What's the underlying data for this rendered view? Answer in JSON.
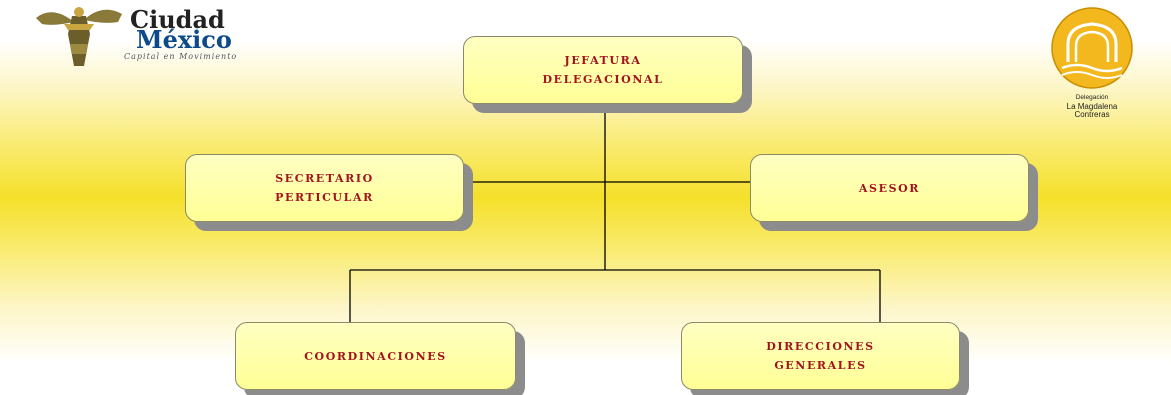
{
  "logo_left": {
    "city_line1": "Ciudad",
    "city_line2": "México",
    "tagline": "Capital en Movimiento",
    "icon": "angel-de-la-independencia-icon"
  },
  "logo_right": {
    "icon": "delegation-seal-icon",
    "caption_line1": "Delegación",
    "caption_line2": "La Magdalena",
    "caption_line3": "Contreras",
    "seal_color": "#f3b81e"
  },
  "org_chart": {
    "nodes": [
      {
        "id": "jefatura",
        "lines": [
          "JEFATURA",
          "DELEGACIONAL"
        ]
      },
      {
        "id": "secretario",
        "lines": [
          "SECRETARIO",
          "PERTICULAR"
        ]
      },
      {
        "id": "asesor",
        "lines": [
          "ASESOR"
        ]
      },
      {
        "id": "coordinaciones",
        "lines": [
          "COORDINACIONES"
        ]
      },
      {
        "id": "direcciones",
        "lines": [
          "DIRECCIONES",
          "GENERALES"
        ]
      }
    ],
    "edges": [
      [
        "jefatura",
        "secretario"
      ],
      [
        "jefatura",
        "asesor"
      ],
      [
        "jefatura",
        "coordinaciones"
      ],
      [
        "jefatura",
        "direcciones"
      ]
    ]
  },
  "colors": {
    "box_fill": "#ffffa8",
    "box_text": "#a4121d",
    "box_shadow": "#8c8c8c",
    "background_band": "#f5e02a"
  }
}
